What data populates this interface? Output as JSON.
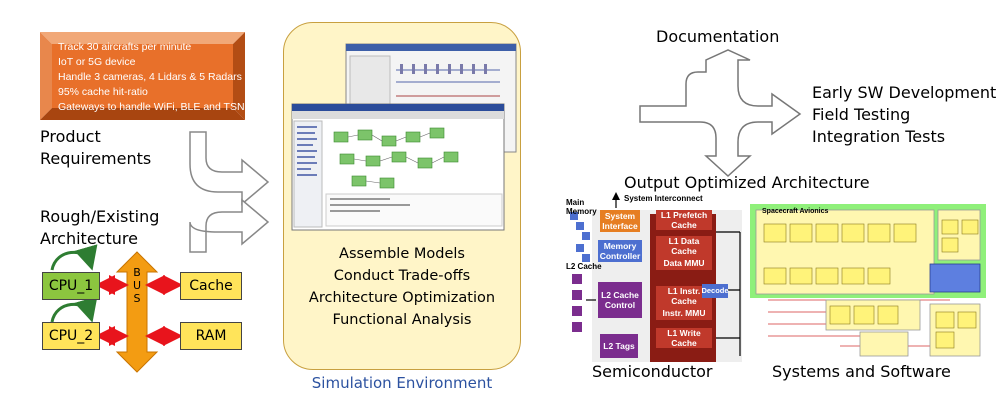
{
  "requirements": {
    "lines": [
      "Track 30 aircrafts per minute",
      "IoT or 5G device",
      "Handle 3 cameras, 4 Lidars & 5 Radars",
      "95% cache hit-ratio",
      "Gateways to handle WiFi, BLE and TSN"
    ],
    "label_line1": "Product",
    "label_line2": "Requirements"
  },
  "architecture": {
    "label_line1": "Rough/Existing",
    "label_line2": "Architecture",
    "cpu1": "CPU_1",
    "cpu2": "CPU_2",
    "cache": "Cache",
    "ram": "RAM",
    "bus": [
      "B",
      "U",
      "S"
    ]
  },
  "simulation": {
    "tasks": [
      "Assemble Models",
      "Conduct Trade-offs",
      "Architecture Optimization",
      "Functional Analysis"
    ],
    "caption": "Simulation Environment"
  },
  "outputs": {
    "documentation": "Documentation",
    "right_items": [
      "Early SW Development",
      "Field Testing",
      "Integration Tests"
    ],
    "optimized": "Output Optimized Architecture"
  },
  "semiconductor": {
    "caption": "Semiconductor",
    "system_interconnect": "System Interconnect",
    "main_memory": "Main Memory",
    "l2_cache_label": "L2 Cache",
    "system_interface": "System Interface",
    "memory_controller": "Memory Controller",
    "l2_cache_control": "L2 Cache Control",
    "l2_tags": "L2 Tags",
    "l1_prefetch": "L1 Prefetch Cache",
    "l1_data": "L1 Data Cache",
    "data_mmu": "Data MMU",
    "l1_instr": "L1 Instr. Cache",
    "instr_mmu": "Instr. MMU",
    "l1_write": "L1 Write Cache",
    "decode": "Decode"
  },
  "avionics": {
    "caption": "Systems and Software",
    "title": "Spacecraft Avionics"
  },
  "colors": {
    "requirements_box": "#e8702a",
    "sim_panel": "#fff5c8",
    "sim_caption": "#2c52a0",
    "cpu_active": "#8cc63f",
    "block_yellow": "#ffe45a",
    "bus_orange": "#f39c12",
    "link_red": "#e8141c"
  }
}
